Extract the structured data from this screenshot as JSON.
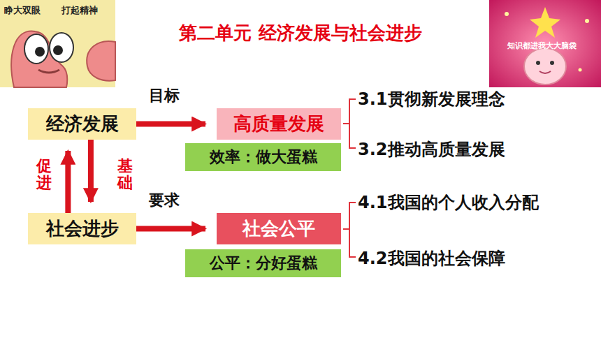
{
  "diagram": {
    "title": "第二单元 经济发展与社会进步",
    "nodes": [
      {
        "text": [
          "经济发展"
        ]
      },
      {
        "text": [
          "高质量发展"
        ]
      },
      {
        "text": [
          "效率：做大蛋糕"
        ]
      },
      {
        "text": [
          "社会进步"
        ]
      },
      {
        "text": [
          "社会公平"
        ]
      },
      {
        "text": [
          "公平：分好蛋糕"
        ]
      }
    ],
    "edges": [
      {
        "from": 0,
        "to": 1,
        "label": "目标",
        "arrow": "to"
      },
      {
        "from": 3,
        "to": 4,
        "label": "要求",
        "arrow": "to"
      },
      {
        "from": 3,
        "to": 0,
        "label": "促进",
        "arrow": "to"
      },
      {
        "from": 0,
        "to": 3,
        "label": "基础",
        "arrow": "to"
      }
    ],
    "labels": [
      "睁大双眼",
      "打起精神",
      "知识都进我大大脑袋",
      "3.1贯彻新发展理念",
      "3.2推动高质量发展",
      "4.1我国的个人收入分配",
      "4.2我国的社会保障"
    ]
  }
}
